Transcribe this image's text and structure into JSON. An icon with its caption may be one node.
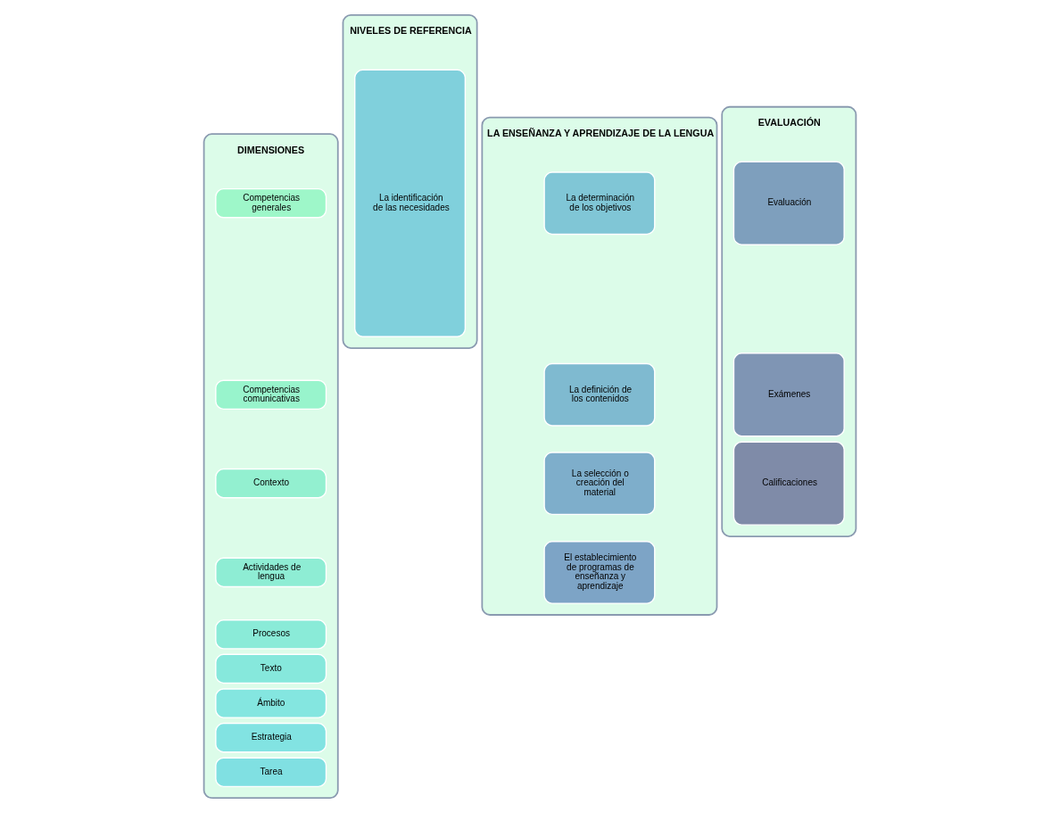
{
  "diagram": {
    "nodes": [
      {
        "text": [
          "DIMENSIONES"
        ]
      },
      {
        "text": [
          "Competencias generales"
        ],
        "in": 0
      },
      {
        "text": [
          "Competencias comunicativas"
        ],
        "in": 0
      },
      {
        "text": [
          "Contexto"
        ],
        "in": 0
      },
      {
        "text": [
          "Actividades de lengua"
        ],
        "in": 0
      },
      {
        "text": [
          "Procesos"
        ],
        "in": 0
      },
      {
        "text": [
          "Texto"
        ],
        "in": 0
      },
      {
        "text": [
          "Ámbito"
        ],
        "in": 0
      },
      {
        "text": [
          "Estrategia"
        ],
        "in": 0
      },
      {
        "text": [
          "Tarea"
        ],
        "in": 0
      },
      {
        "text": [
          "NIVELES DE REFERENCIA"
        ]
      },
      {
        "text": [
          "La identificación de las necesidades"
        ],
        "in": 10
      },
      {
        "text": [
          "LA ENSEÑANZA Y APRENDIZAJE DE LA LENGUA"
        ]
      },
      {
        "text": [
          "La determinación de los objetivos"
        ],
        "in": 12
      },
      {
        "text": [
          "La definición de los contenidos"
        ],
        "in": 12
      },
      {
        "text": [
          "La selección o creación del material"
        ],
        "in": 12
      },
      {
        "text": [
          "El establecimiento de programas de enseñanza y aprendizaje"
        ],
        "in": 12
      },
      {
        "text": [
          "EVALUACIÓN"
        ]
      },
      {
        "text": [
          "Evaluación"
        ],
        "in": 17
      },
      {
        "text": [
          "Exámenes"
        ],
        "in": 17
      },
      {
        "text": [
          "Calificaciones"
        ],
        "in": 17
      }
    ],
    "edges": []
  }
}
